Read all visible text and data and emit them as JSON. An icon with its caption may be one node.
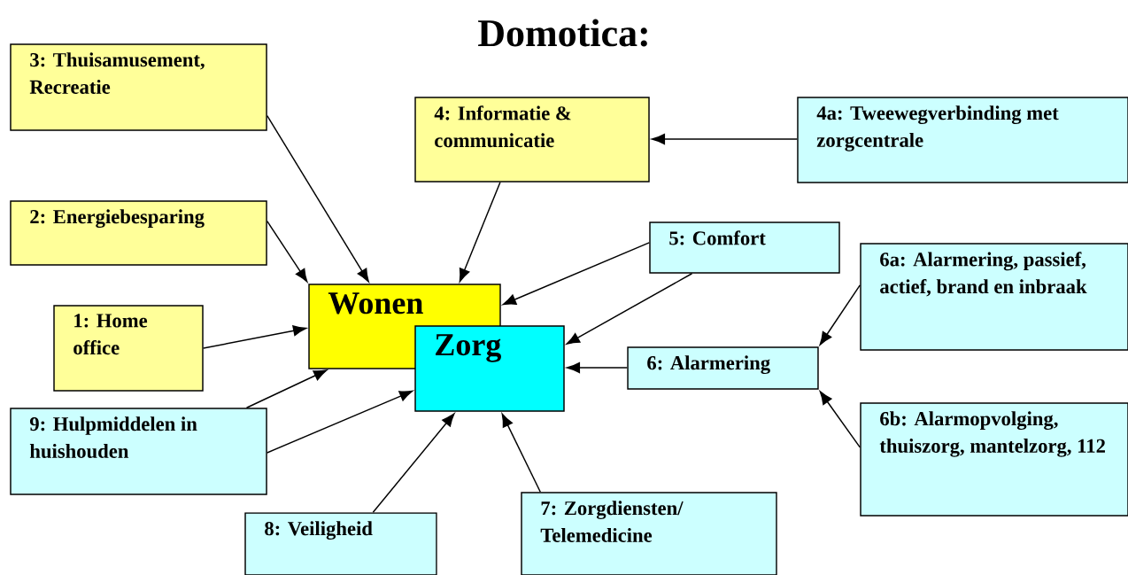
{
  "diagram": {
    "title": "Domotica:",
    "nodes": [
      {
        "text": [
          "3: Thuisamusement, Recreatie"
        ]
      },
      {
        "text": [
          "4: Informatie & communicatie"
        ]
      },
      {
        "text": [
          "4a: Tweewegverbinding met zorgcentrale"
        ]
      },
      {
        "text": [
          "2: Energiebesparing"
        ]
      },
      {
        "text": [
          "5: Comfort"
        ]
      },
      {
        "text": [
          "Wonen"
        ]
      },
      {
        "text": [
          "6a: Alarmering, passief, actief, brand en inbraak"
        ]
      },
      {
        "text": [
          "1: Home office"
        ]
      },
      {
        "text": [
          "Zorg"
        ]
      },
      {
        "text": [
          "6: Alarmering"
        ]
      },
      {
        "text": [
          "9: Hulpmiddelen in huishouden"
        ]
      },
      {
        "text": [
          "6b: Alarmopvolging, thuiszorg, mantelzorg, 112"
        ]
      },
      {
        "text": [
          "8: Veiligheid"
        ]
      },
      {
        "text": [
          "7: Zorgdiensten/ Telemedicine"
        ]
      }
    ],
    "edges": [
      {
        "from": 0,
        "to": 5,
        "arrow": "to"
      },
      {
        "from": 1,
        "to": 5,
        "arrow": "to"
      },
      {
        "from": 2,
        "to": 1,
        "arrow": "to"
      },
      {
        "from": 3,
        "to": 5,
        "arrow": "to"
      },
      {
        "from": 4,
        "to": 5,
        "arrow": "to"
      },
      {
        "from": 4,
        "to": 8,
        "arrow": "to"
      },
      {
        "from": 6,
        "to": 9,
        "arrow": "to"
      },
      {
        "from": 7,
        "to": 5,
        "arrow": "to"
      },
      {
        "from": 9,
        "to": 8,
        "arrow": "to"
      },
      {
        "from": 10,
        "to": 5,
        "arrow": "to"
      },
      {
        "from": 10,
        "to": 8,
        "arrow": "to"
      },
      {
        "from": 11,
        "to": 9,
        "arrow": "to"
      },
      {
        "from": 12,
        "to": 8,
        "arrow": "to"
      },
      {
        "from": 13,
        "to": 8,
        "arrow": "to"
      }
    ]
  }
}
